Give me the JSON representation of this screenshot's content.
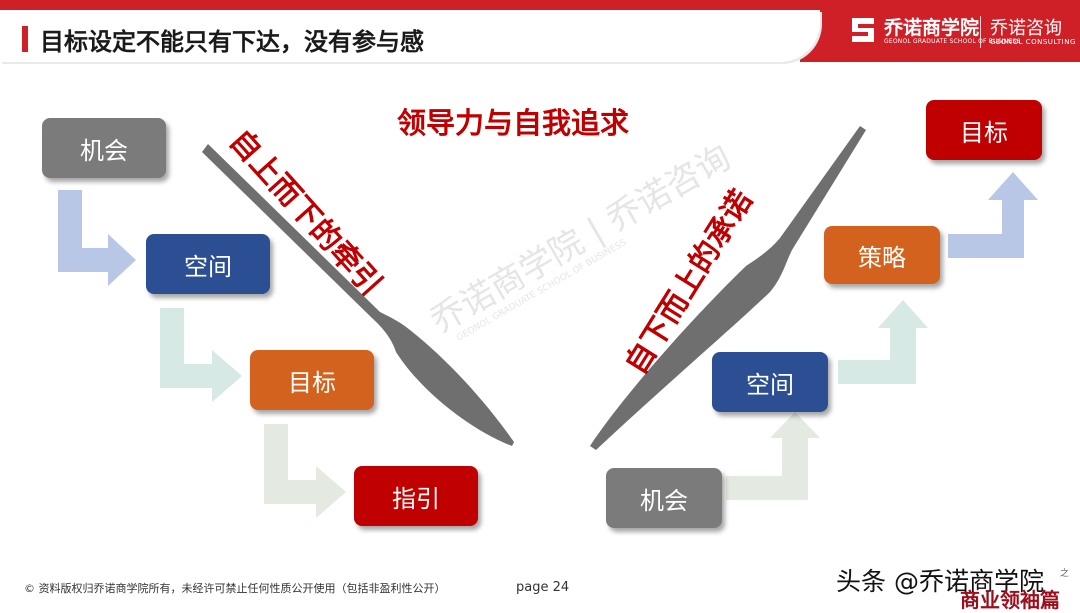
{
  "title": "目标设定不能只有下达，没有参与感",
  "logo": {
    "name_cn": "乔诺商学院",
    "name_en": "GEONOL GRADUATE SCHOOL OF BUSINESS",
    "consulting_cn": "乔诺咨询",
    "consulting_en": "GEONOL CONSULTING"
  },
  "heading": "领导力与自我追求",
  "left_diagonal": "自上而下的牵引",
  "right_diagonal": "自下而上的承诺",
  "left_steps": [
    "机会",
    "空间",
    "目标",
    "指引"
  ],
  "right_steps": [
    "机会",
    "空间",
    "策略",
    "目标"
  ],
  "watermark": {
    "cn": "乔诺商学院 | 乔诺咨询",
    "en": "GEONOL GRADUATE SCHOOL OF BUSINESS"
  },
  "footer": {
    "copyright": "© 资料版权归乔诺商学院所有，未经许可禁止任何性质公开使用（包括非盈利性公开）",
    "page": "page 24"
  },
  "overlay": {
    "toutiao": "头条 @乔诺商学院",
    "small": "之",
    "stamp": "商业领袖篇"
  },
  "colors": {
    "brand_red": "#cf2027",
    "gray": "#7b7b7b",
    "blue": "#2c4e93",
    "orange": "#d3621e",
    "red": "#c00000"
  }
}
